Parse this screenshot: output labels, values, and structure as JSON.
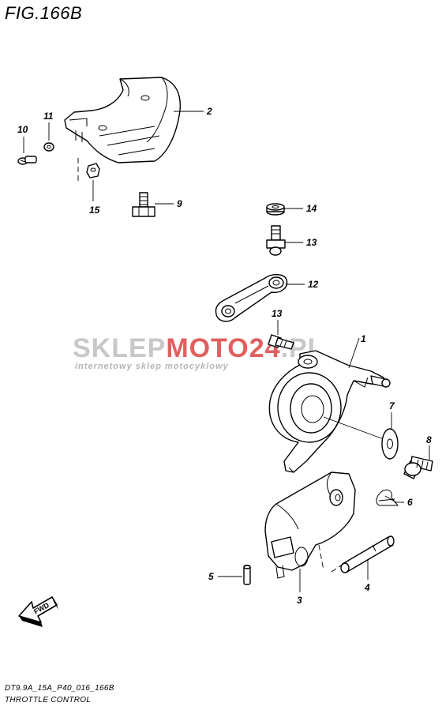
{
  "figure": {
    "title": "FIG.166B",
    "code": "DT9.9A_15A_P40_016_166B",
    "name": "THROTTLE CONTROL"
  },
  "watermark": {
    "brand_part1": "SKLEP",
    "brand_part2": "MOTO",
    "brand_part3": "24",
    "brand_part4": ".PL",
    "tagline": "internetowy sklep motocyklowy",
    "colors": {
      "gray": "#c8c8c8",
      "red": "#e06060"
    }
  },
  "fwd_arrow": {
    "label": "FWD"
  },
  "callouts": {
    "p1": "1",
    "p2": "2",
    "p3": "3",
    "p4": "4",
    "p5": "5",
    "p6": "6",
    "p7": "7",
    "p8": "8",
    "p9": "9",
    "p10": "10",
    "p11": "11",
    "p12": "12",
    "p13a": "13",
    "p13b": "13",
    "p14": "14",
    "p15": "15"
  }
}
